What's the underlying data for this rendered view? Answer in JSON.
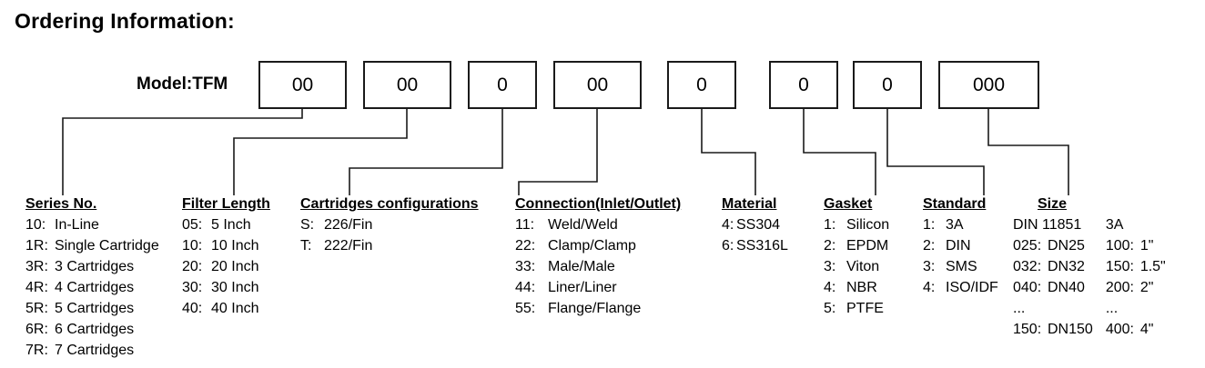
{
  "title": "Ordering Information:",
  "model": {
    "label": "Model:TFM",
    "boxes": [
      {
        "value": "00",
        "field": "series-no"
      },
      {
        "value": "00",
        "field": "filter-length"
      },
      {
        "value": "0",
        "field": "cartridges-configurations"
      },
      {
        "value": "00",
        "field": "connection"
      },
      {
        "value": "0",
        "field": "material"
      },
      {
        "value": "0",
        "field": "gasket"
      },
      {
        "value": "0",
        "field": "standard"
      },
      {
        "value": "000",
        "field": "size"
      }
    ]
  },
  "columns": [
    {
      "id": "series-no",
      "header": "Series No.",
      "options": [
        {
          "key": "10:",
          "value": "In-Line"
        },
        {
          "key": "1R:",
          "value": "Single Cartridge"
        },
        {
          "key": "3R:",
          "value": "3 Cartridges"
        },
        {
          "key": "4R:",
          "value": "4 Cartridges"
        },
        {
          "key": "5R:",
          "value": "5 Cartridges"
        },
        {
          "key": "6R:",
          "value": "6 Cartridges"
        },
        {
          "key": "7R:",
          "value": "7 Cartridges"
        }
      ]
    },
    {
      "id": "filter-length",
      "header": "Filter Length",
      "options": [
        {
          "key": "05:",
          "value": "5 Inch"
        },
        {
          "key": "10:",
          "value": "10 Inch"
        },
        {
          "key": "20:",
          "value": "20 Inch"
        },
        {
          "key": "30:",
          "value": "30 Inch"
        },
        {
          "key": "40:",
          "value": "40 Inch"
        }
      ]
    },
    {
      "id": "cartridges-configurations",
      "header": "Cartridges configurations",
      "options": [
        {
          "key": "S:",
          "value": "226/Fin"
        },
        {
          "key": "T:",
          "value": "222/Fin"
        }
      ]
    },
    {
      "id": "connection",
      "header": "Connection(Inlet/Outlet)",
      "options": [
        {
          "key": "11:",
          "value": "Weld/Weld"
        },
        {
          "key": "22:",
          "value": "Clamp/Clamp"
        },
        {
          "key": "33:",
          "value": "Male/Male"
        },
        {
          "key": "44:",
          "value": "Liner/Liner"
        },
        {
          "key": "55:",
          "value": "Flange/Flange"
        }
      ]
    },
    {
      "id": "material",
      "header": "Material",
      "options": [
        {
          "key": "4:",
          "value": "SS304"
        },
        {
          "key": "6:",
          "value": "SS316L"
        }
      ]
    },
    {
      "id": "gasket",
      "header": "Gasket",
      "options": [
        {
          "key": "1:",
          "value": "Silicon"
        },
        {
          "key": "2:",
          "value": "EPDM"
        },
        {
          "key": "3:",
          "value": "Viton"
        },
        {
          "key": "4:",
          "value": "NBR"
        },
        {
          "key": "5:",
          "value": "PTFE"
        }
      ]
    },
    {
      "id": "standard",
      "header": "Standard",
      "options": [
        {
          "key": "1:",
          "value": "3A"
        },
        {
          "key": "2:",
          "value": "DIN"
        },
        {
          "key": "3:",
          "value": "SMS"
        },
        {
          "key": "4:",
          "value": "ISO/IDF"
        }
      ]
    }
  ],
  "size": {
    "header": "Size",
    "groups": [
      {
        "id": "din-11851",
        "title": "DIN 11851",
        "options": [
          {
            "key": "025:",
            "value": "DN25"
          },
          {
            "key": "032:",
            "value": "DN32"
          },
          {
            "key": "040:",
            "value": "DN40"
          },
          {
            "key": "...",
            "value": ""
          },
          {
            "key": "150:",
            "value": "DN150"
          }
        ]
      },
      {
        "id": "3a",
        "title": "3A",
        "options": [
          {
            "key": "100:",
            "value": "1\""
          },
          {
            "key": "150:",
            "value": "1.5\""
          },
          {
            "key": "200:",
            "value": "2\""
          },
          {
            "key": "...",
            "value": ""
          },
          {
            "key": "400:",
            "value": "4\""
          }
        ]
      }
    ]
  },
  "layout": {
    "line_color": "#1a1a1a",
    "text_color": "#000000",
    "background": "#ffffff"
  }
}
